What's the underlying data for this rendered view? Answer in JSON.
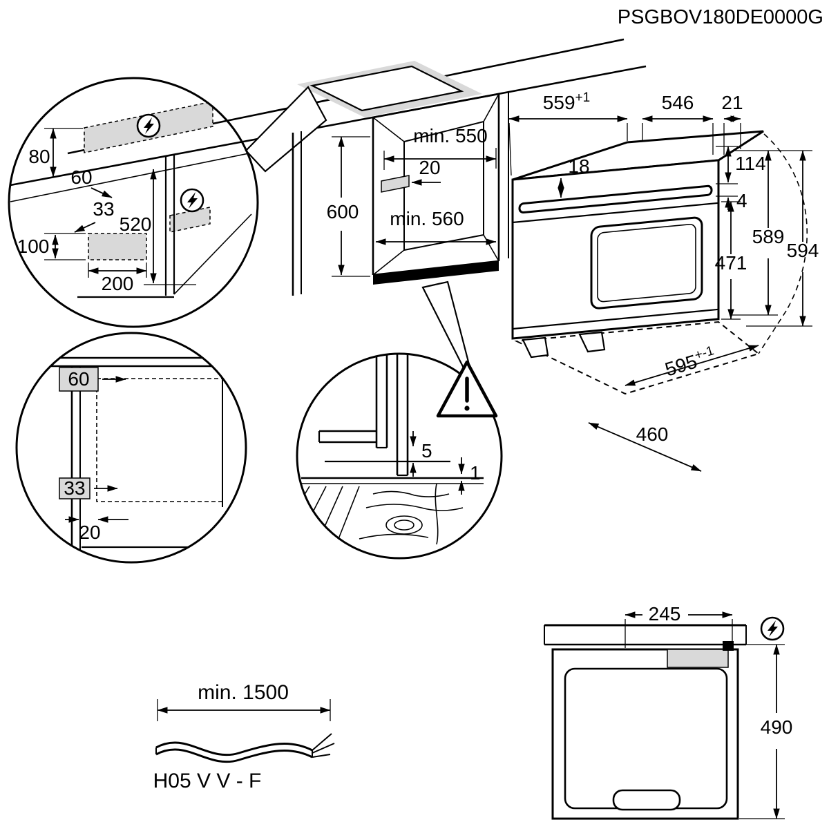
{
  "doc_code": "PSGBOV180DE0000G",
  "colors": {
    "line": "#000000",
    "gray_fill": "#d9d9d9",
    "background": "#ffffff"
  },
  "icons": {
    "power": "lightning-bolt-in-circle",
    "warning": "exclamation-triangle"
  },
  "side_section": {
    "dim_80": "80",
    "dim_60": "60",
    "dim_520": "520",
    "dim_33": "33",
    "dim_100": "100",
    "dim_200": "200"
  },
  "niche": {
    "dim_600": "600",
    "dim_min_550": "min. 550",
    "dim_20": "20",
    "dim_min_560": "min. 560"
  },
  "oven": {
    "dim_559": "559",
    "dim_559_tol": "+1",
    "dim_546": "546",
    "dim_21": "21",
    "dim_18": "18",
    "dim_114": "114",
    "dim_4": "4",
    "dim_589": "589",
    "dim_594": "594",
    "dim_471": "471",
    "dim_595": "595",
    "dim_595_tol": "+-1",
    "dim_460": "460"
  },
  "front_section": {
    "dim_60": "60",
    "dim_33": "33",
    "dim_20": "20"
  },
  "gap_detail": {
    "dim_5": "5",
    "dim_1": "1"
  },
  "top_view": {
    "dim_245": "245",
    "dim_490": "490"
  },
  "power_cable": {
    "dim_min_1500": "min. 1500",
    "cable_type": "H05 V V - F"
  }
}
